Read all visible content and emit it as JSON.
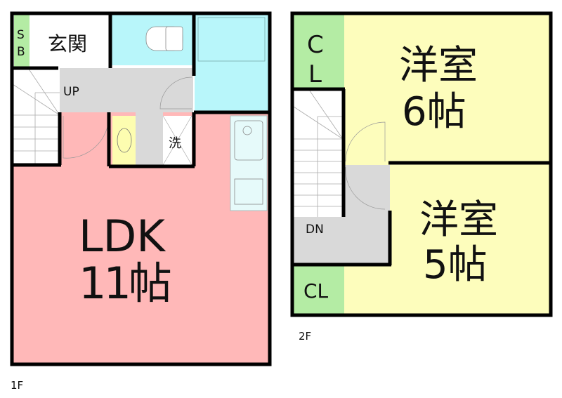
{
  "floor1": {
    "label": "1F",
    "rooms": {
      "shoe_box": {
        "line1": "S",
        "line2": "B"
      },
      "entrance": "玄関",
      "hall": "UP",
      "laundry": "洗",
      "ldk": {
        "line1": "LDK",
        "line2": "11帖"
      }
    }
  },
  "floor2": {
    "label": "2F",
    "rooms": {
      "closet_top": {
        "line1": "C",
        "line2": "L"
      },
      "closet_bottom": "CL",
      "hall": "DN",
      "room6": {
        "line1": "洋室",
        "line2": "6帖"
      },
      "room5": {
        "line1": "洋室",
        "line2": "5帖"
      }
    }
  },
  "colors": {
    "ldk": "#ffb8b8",
    "wet_area": "#b8f6fa",
    "closet": "#b4eca4",
    "western_room": "#fdfdbc",
    "hall": "#d9d9d9",
    "vanity": "#fdfdb0",
    "wall": "#000000"
  }
}
